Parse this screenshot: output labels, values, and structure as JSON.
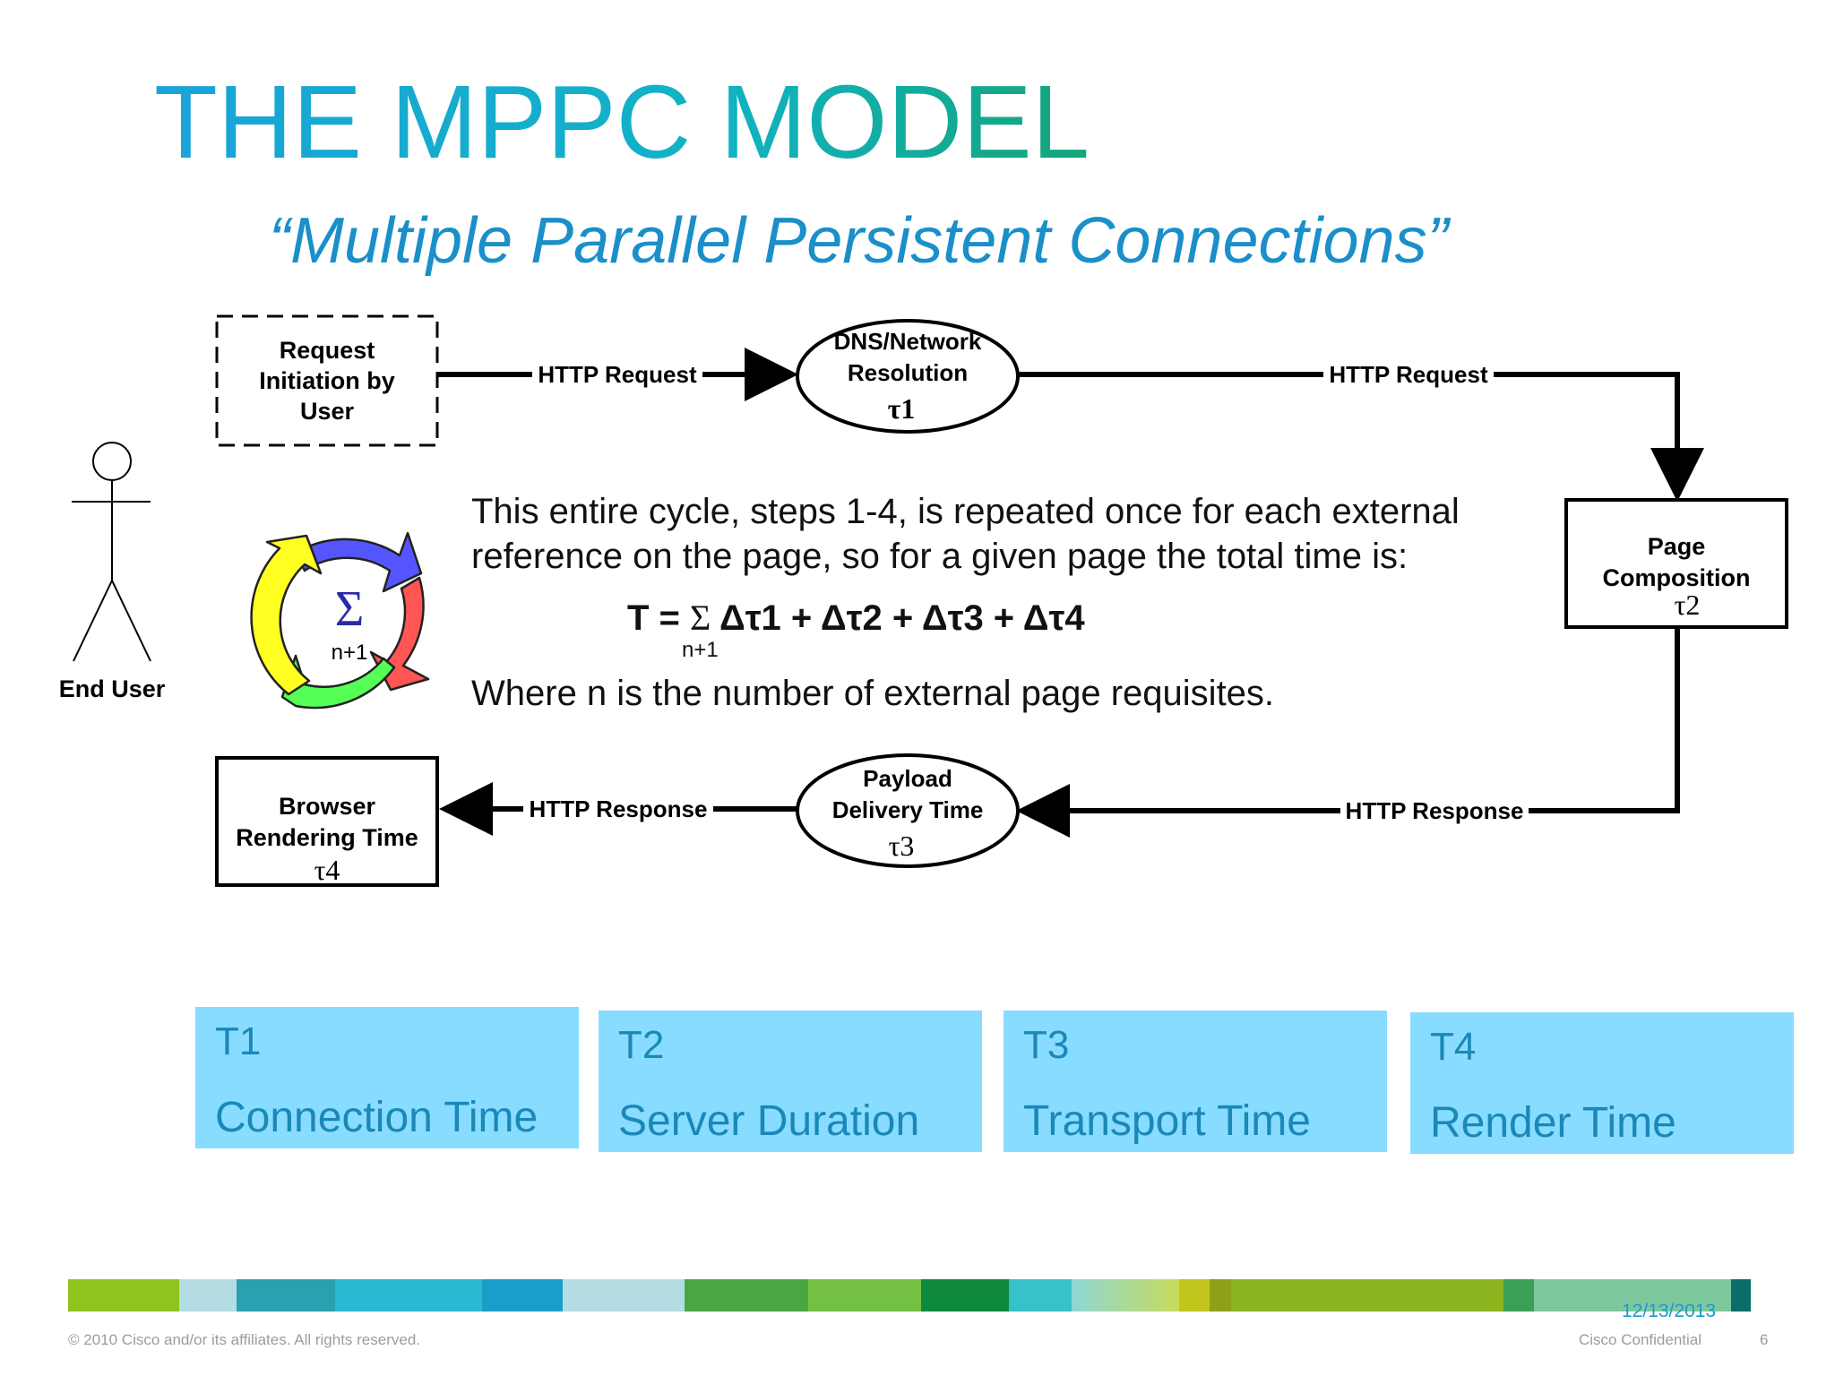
{
  "slide": {
    "title": "THE MPPC MODEL",
    "subtitle": "“Multiple Parallel Persistent Connections”"
  },
  "diagram": {
    "request_initiation": [
      "Request",
      "Initiation by",
      "User"
    ],
    "dns_resolution": {
      "line1": "DNS/Network",
      "line2": "Resolution",
      "tau": "τ1"
    },
    "page_composition": {
      "line1": "Page",
      "line2": "Composition",
      "tau": "τ2"
    },
    "payload_delivery": {
      "line1": "Payload",
      "line2": "Delivery Time",
      "tau": "τ3"
    },
    "browser_rendering": {
      "line1": "Browser",
      "line2": "Rendering Time",
      "tau": "τ4"
    },
    "end_user_label": "End User",
    "arrow_labels": {
      "http_request_1": "HTTP Request",
      "http_request_2": "HTTP Request",
      "http_response_1": "HTTP Response",
      "http_response_2": "HTTP Response"
    },
    "cycle_icon": {
      "sigma": "Σ",
      "sub": "n+1"
    },
    "description": "This entire cycle, steps 1-4, is repeated once for each external reference on the page, so for a given page the total time is:",
    "formula": {
      "prefix": "T = ",
      "sigma": "Σ",
      "terms": " Δτ1 + Δτ2 + Δτ3 + Δτ4",
      "sub": "n+1"
    },
    "where": "Where n is the number of external page requisites."
  },
  "timings": [
    {
      "num": "T1",
      "label": "Connection Time"
    },
    {
      "num": "T2",
      "label": "Server Duration"
    },
    {
      "num": "T3",
      "label": "Transport Time"
    },
    {
      "num": "T4",
      "label": "Render Time"
    }
  ],
  "footer": {
    "copyright": "© 2010 Cisco and/or its affiliates. All rights reserved.",
    "confidential": "Cisco Confidential",
    "page": "6",
    "date": "12/13/2013"
  },
  "colors": {
    "title": "#10a6cc",
    "subtitle": "#1a8fc9",
    "timing_box": "#88dcff",
    "timing_text": "#1a88b8",
    "cycle_blue": "#5555ff",
    "cycle_red": "#ff5555",
    "cycle_green": "#55ff55",
    "cycle_yellow": "#ffff22"
  }
}
